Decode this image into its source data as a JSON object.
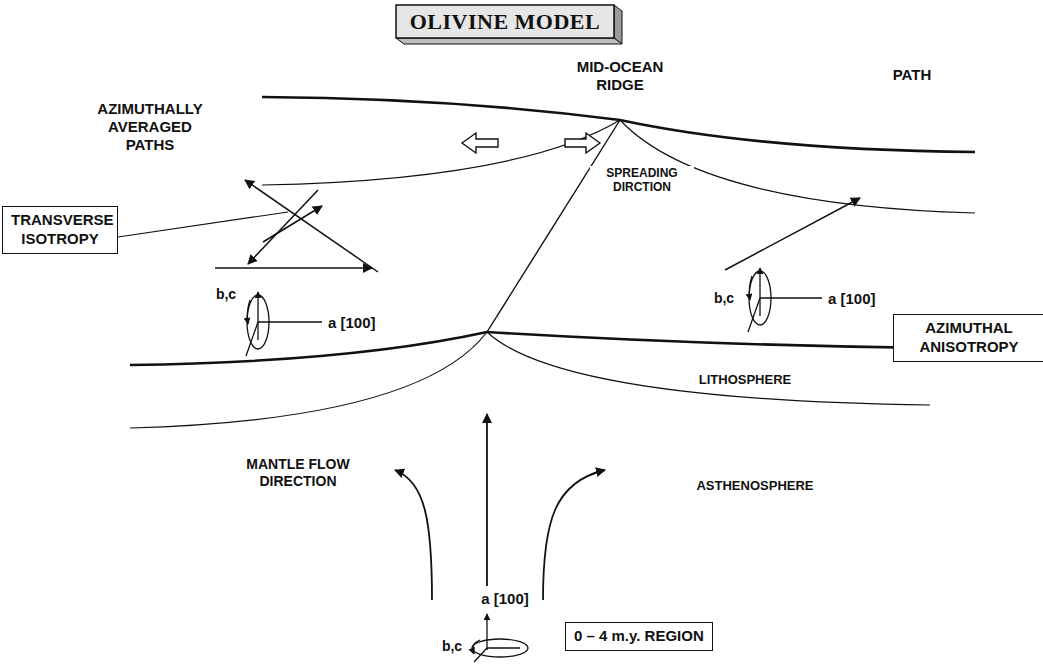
{
  "diagram": {
    "title": "OLIVINE MODEL",
    "nodes": [
      {
        "text": [
          "TRANSVERSE ISOTROPY"
        ]
      },
      {
        "text": [
          "AZIMUTHAL ANISOTROPY"
        ]
      },
      {
        "text": [
          "0 – 4 m.y. REGION"
        ]
      }
    ],
    "labels": [
      "MID-OCEAN RIDGE",
      "AZIMUTHALLY AVERAGED PATHS",
      "PATH",
      "SPREADING DIRCTION",
      "b,c",
      "a [100]",
      "b,c",
      "a [100]",
      "LITHOSPHERE",
      "MANTLE FLOW DIRECTION",
      "ASTHENOSPHERE",
      "a [100]",
      "b,c"
    ]
  }
}
